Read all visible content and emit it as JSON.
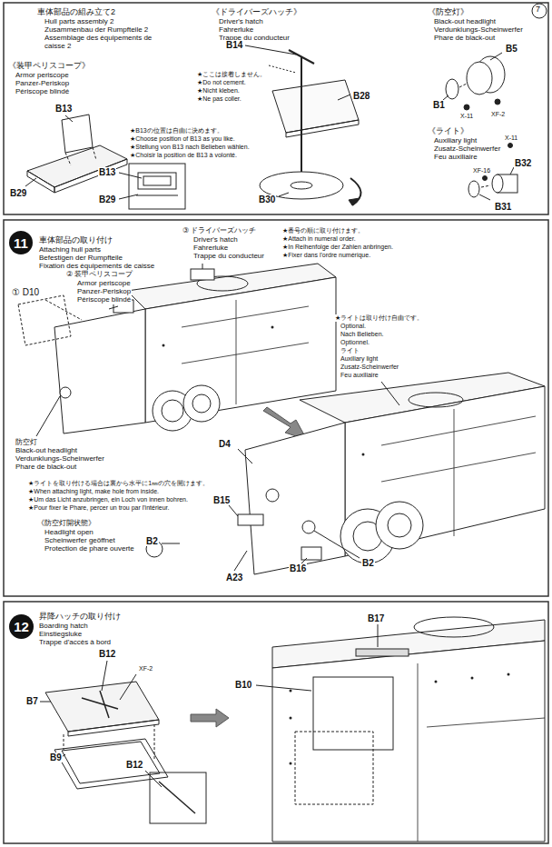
{
  "diagram": {
    "nodes": [
      {
        "text": [
          "11"
        ]
      },
      {
        "text": [
          "12"
        ]
      }
    ],
    "labels": [
      "車体部品の組み立て2",
      "Hull parts assembly 2",
      "Zusammenbau der Rumpfteile 2",
      "Assemblage des équipements de caisse 2",
      "《装甲ペリスコープ》",
      "Armor periscope",
      "Panzer-Periskop",
      "Périscope blindé",
      "B13",
      "B29",
      "★B13の位置は自由に決めます。",
      "★Choose position of B13 as you like.",
      "★Stellung von B13 nach Belieben wählen.",
      "★Choisir la position de B13 à volonté.",
      "B13",
      "B29",
      "《ドライバーズハッチ》",
      "Driver's hatch",
      "Fahrerluke",
      "Trappe du conducteur",
      "B14",
      "★ここは接着しません。",
      "★Do not cement.",
      "★Nicht kleben.",
      "★Ne pas coller.",
      "B28",
      "B30",
      "《防空灯》",
      "Black-out headlight",
      "Verdunklungs-Scheinwerfer",
      "Phare de black-out",
      "B5",
      "B1",
      "X-11",
      "XF-2",
      "《ライト》",
      "Auxiliary light",
      "Zusatz-Scheinwerfer",
      "Feu auxiliaire",
      "X-11",
      "XF-16",
      "B32",
      "B31",
      "車体部品の取り付け",
      "Attaching hull parts",
      "Befestigen der Rumpfteile",
      "Fixation des équipements de caisse",
      "③ ドライバーズハッチ",
      "Driver's hatch",
      "Fahrerluke",
      "Trappe du conducteur",
      "★番号の順に取り付けます。",
      "★Attach in numeral order.",
      "★In Reihenfolge der Zahlen anbringen.",
      "★Fixer dans l'ordre numérique.",
      "② 装甲ペリスコープ",
      "Armor periscope",
      "Panzer-Periskop",
      "Périscope blindé",
      "① D10",
      "防空灯",
      "Black-out headlight",
      "Verdunklungs-Scheinwerfer",
      "Phare de black-out",
      "★ライトは取り付け自由です。",
      "Optional.",
      "Nach Belieben.",
      "Optionnel.",
      "ライト",
      "Auxiliary light",
      "Zusatz-Scheinwerfer",
      "Feu auxiliaire",
      "★ライトを取り付ける場合は裏から水平に1㎜の穴を開けます。",
      "★When attaching light, make hole from inside.",
      "★Um das Licht anzubringen, ein Loch von innen bohren.",
      "★Pour fixer le Phare, percer un trou par l'intérieur.",
      "《防空灯開状態》",
      "Headlight open",
      "Scheinwerfer geöffnet",
      "Protection de phare ouverte",
      "B2",
      "D4",
      "B15",
      "A23",
      "B16",
      "B2",
      "昇降ハッチの取り付け",
      "Boarding hatch",
      "Einstiegsluke",
      "Trappe d'accès à bord",
      "B12",
      "XF-2",
      "B7",
      "B9",
      "B12",
      "B17",
      "B10",
      "7"
    ]
  }
}
